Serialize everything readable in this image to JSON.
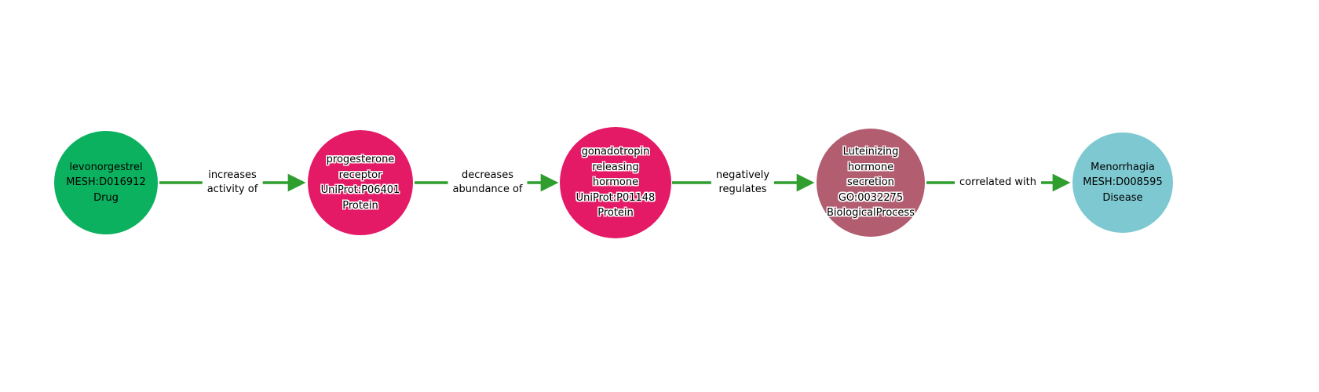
{
  "diagram": {
    "background_color": "#ffffff",
    "arrow_color": "#2f9e2f",
    "text_color": "#000000",
    "nodes": [
      {
        "label": "levonorgestrel\nMESH:D016912\nDrug",
        "name": "levonorgestrel",
        "identifier": "MESH:D016912",
        "type": "Drug",
        "color": "#0bb15e",
        "text_outline": false
      },
      {
        "label": "progesterone\nreceptor\nUniProt:P06401\nProtein",
        "name": "progesterone receptor",
        "identifier": "UniProt:P06401",
        "type": "Protein",
        "color": "#e41a66",
        "text_outline": true
      },
      {
        "label": "gonadotropin\nreleasing\nhormone\nUniProt:P01148\nProtein",
        "name": "gonadotropin releasing hormone",
        "identifier": "UniProt:P01148",
        "type": "Protein",
        "color": "#e41a66",
        "text_outline": true
      },
      {
        "label": "Luteinizing\nhormone\nsecretion\nGO:0032275\nBiologicalProcess",
        "name": "Luteinizing hormone secretion",
        "identifier": "GO:0032275",
        "type": "BiologicalProcess",
        "color": "#b25d70",
        "text_outline": true
      },
      {
        "label": "Menorrhagia\nMESH:D008595\nDisease",
        "name": "Menorrhagia",
        "identifier": "MESH:D008595",
        "type": "Disease",
        "color": "#7ec9d1",
        "text_outline": false
      }
    ],
    "edges": [
      {
        "label": "increases\nactivity of",
        "from": "levonorgestrel",
        "to": "progesterone receptor"
      },
      {
        "label": "decreases\nabundance of",
        "from": "progesterone receptor",
        "to": "gonadotropin releasing hormone"
      },
      {
        "label": "negatively\nregulates",
        "from": "gonadotropin releasing hormone",
        "to": "Luteinizing hormone secretion"
      },
      {
        "label": "correlated with",
        "from": "Luteinizing hormone secretion",
        "to": "Menorrhagia"
      }
    ]
  }
}
